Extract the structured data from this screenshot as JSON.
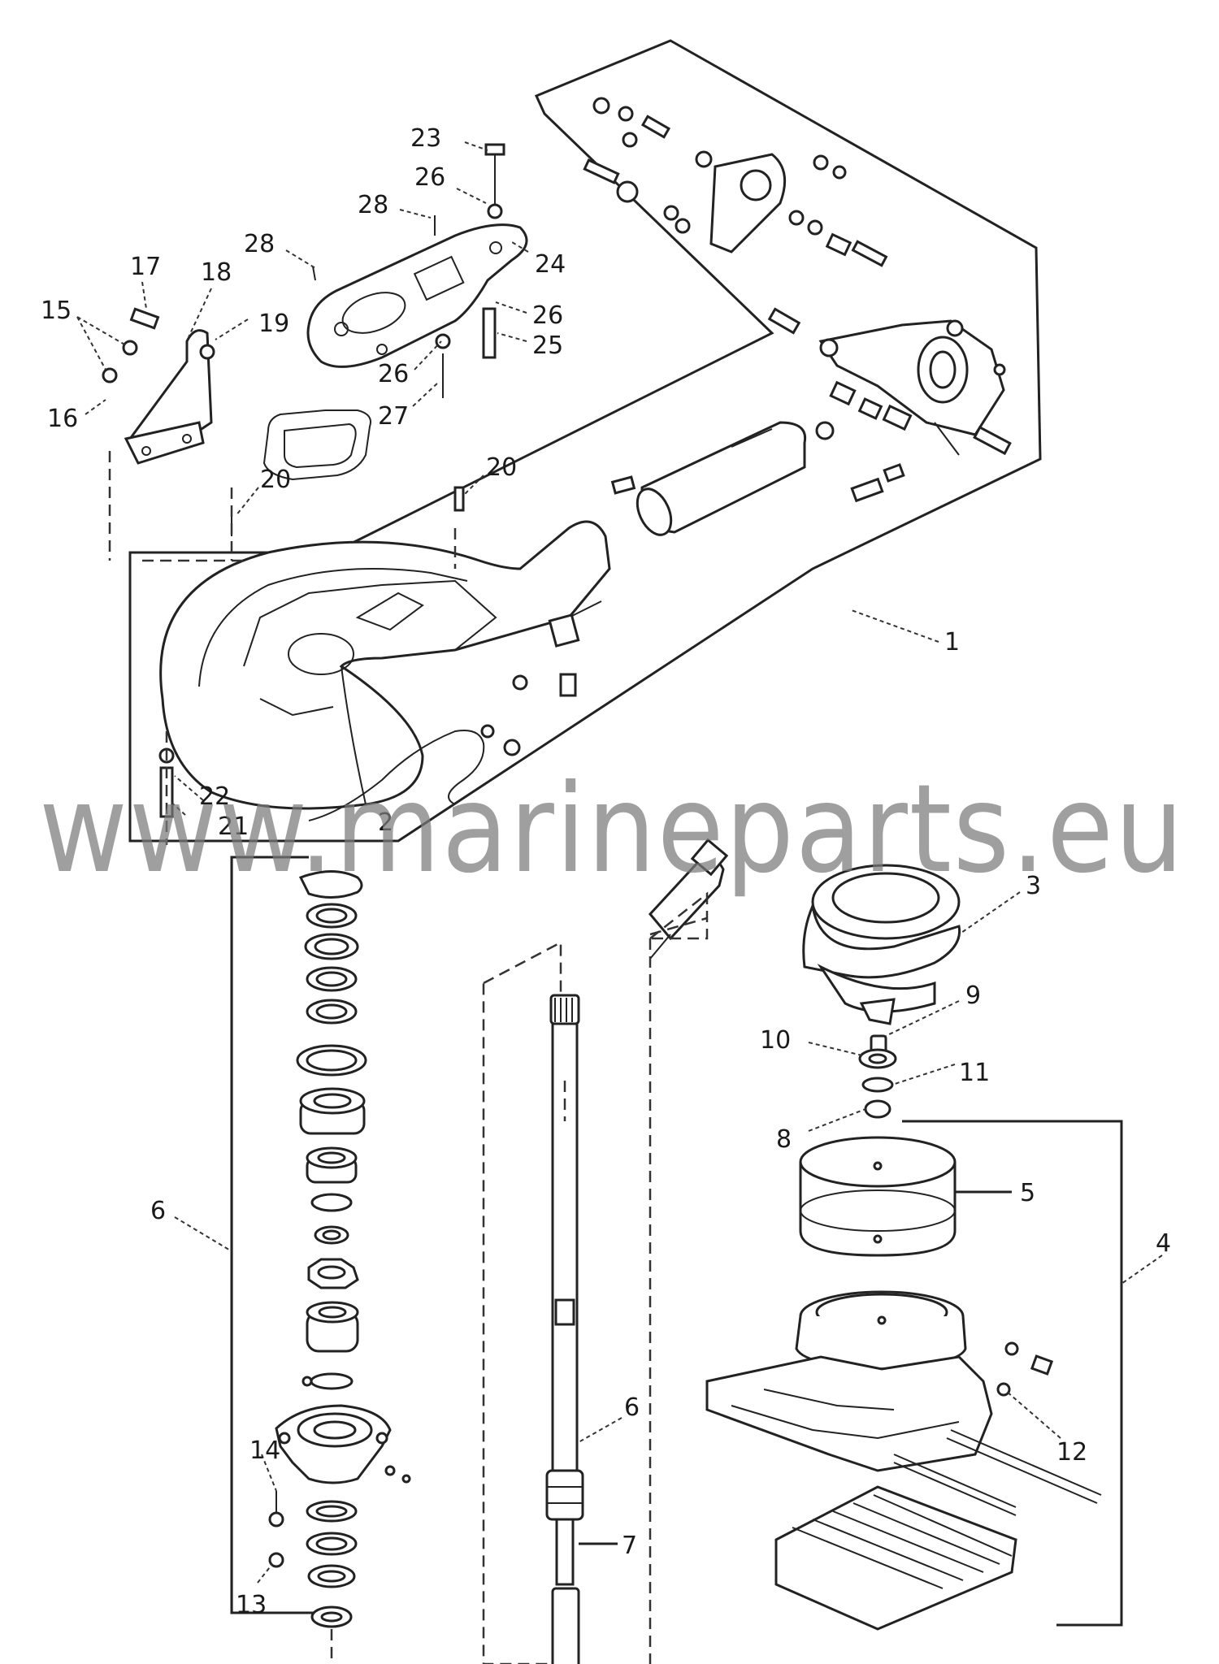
{
  "labels": {
    "n1": "1",
    "n2": "2",
    "n3": "3",
    "n4": "4",
    "n5": "5",
    "n6a": "6",
    "n6b": "6",
    "n7": "7",
    "n8": "8",
    "n9": "9",
    "n10": "10",
    "n11": "11",
    "n12": "12",
    "n13": "13",
    "n14": "14",
    "n15": "15",
    "n16": "16",
    "n17": "17",
    "n18": "18",
    "n19": "19",
    "n20a": "20",
    "n20b": "20",
    "n21": "21",
    "n22": "22",
    "n23": "23",
    "n24": "24",
    "n25": "25",
    "n26a": "26",
    "n26b": "26",
    "n26c": "26",
    "n27": "27",
    "n28a": "28",
    "n28b": "28"
  },
  "watermark": "www.marineparts.eu"
}
